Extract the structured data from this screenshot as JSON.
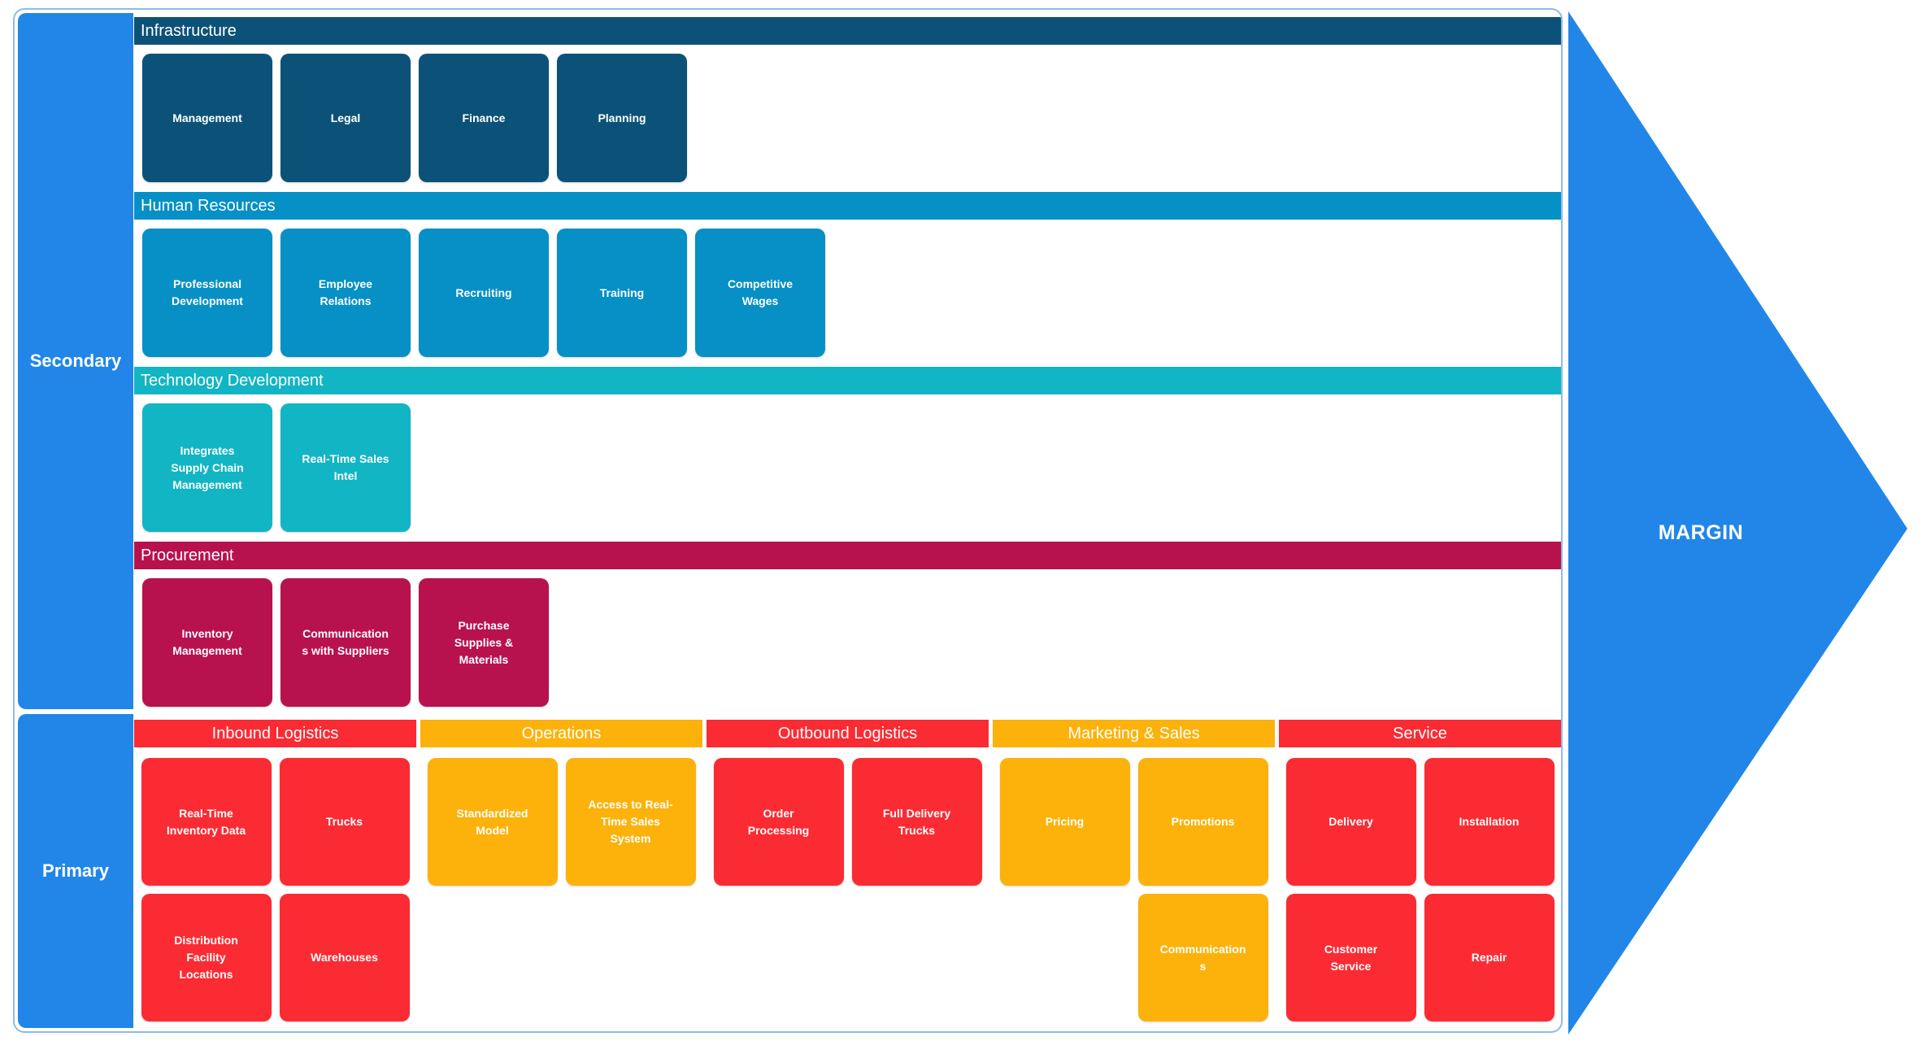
{
  "diagram": {
    "side_labels": {
      "secondary": "Secondary",
      "primary": "Primary"
    },
    "margin_label": "MARGIN",
    "colors": {
      "accent_blue": "#2186E8",
      "border_blue": "#8FBCE8",
      "infrastructure": "#0C5278",
      "human_resources": "#0690C6",
      "technology": "#12B5C3",
      "procurement": "#B8124E",
      "primary_red": "#FB2B33",
      "primary_orange": "#FCB20A"
    },
    "secondary_sections": [
      {
        "title": "Infrastructure",
        "color": "#0C5278",
        "items": [
          "Management",
          "Legal",
          "Finance",
          "Planning"
        ]
      },
      {
        "title": "Human Resources",
        "color": "#0690C6",
        "items": [
          "Professional Development",
          "Employee Relations",
          "Recruiting",
          "Training",
          "Competitive Wages"
        ]
      },
      {
        "title": "Technology Development",
        "color": "#12B5C3",
        "items": [
          "Integrates Supply Chain Management",
          "Real-Time Sales Intel"
        ]
      },
      {
        "title": "Procurement",
        "color": "#B8124E",
        "items": [
          "Inventory Management",
          "Communications with Suppliers",
          "Purchase Supplies & Materials"
        ]
      }
    ],
    "primary_sections": [
      {
        "title": "Inbound Logistics",
        "color": "#FB2B33",
        "row1": [
          "Real-Time Inventory Data",
          "Trucks"
        ],
        "row2": [
          "Distribution Facility Locations",
          "Warehouses"
        ]
      },
      {
        "title": "Operations",
        "color": "#FCB20A",
        "row1": [
          "Standardized Model",
          "Access to Real-Time Sales System"
        ],
        "row2": []
      },
      {
        "title": "Outbound Logistics",
        "color": "#FB2B33",
        "row1": [
          "Order Processing",
          "Full Delivery Trucks"
        ],
        "row2": []
      },
      {
        "title": "Marketing & Sales",
        "color": "#FCB20A",
        "row1": [
          "Pricing",
          "Promotions"
        ],
        "row2": [
          "Communications"
        ]
      },
      {
        "title": "Service",
        "color": "#FB2B33",
        "row1": [
          "Delivery",
          "Installation"
        ],
        "row2": [
          "Customer Service",
          "Repair"
        ]
      }
    ]
  }
}
